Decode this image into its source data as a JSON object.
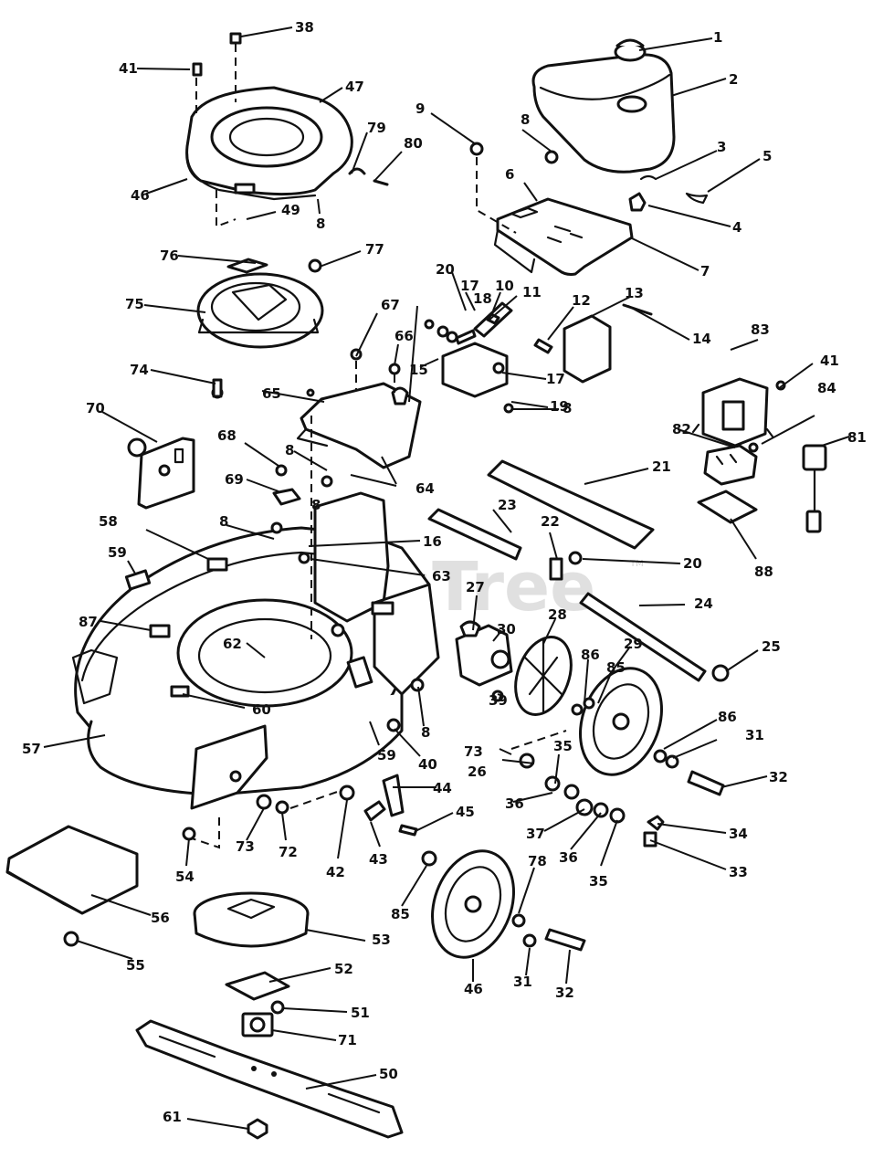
{
  "watermark": {
    "text": "PartsTree",
    "tm": "TM"
  },
  "callouts": {
    "c1": "1",
    "c2": "2",
    "c3": "3",
    "c4": "4",
    "c5": "5",
    "c6": "6",
    "c7": "7",
    "c8a": "8",
    "c8b": "8",
    "c8c": "8",
    "c8d": "8",
    "c8e": "8",
    "c8f": "8",
    "c8g": "8",
    "c9": "9",
    "c10": "10",
    "c11": "11",
    "c12": "12",
    "c13": "13",
    "c14": "14",
    "c15": "15",
    "c16": "16",
    "c17a": "17",
    "c17b": "17",
    "c18": "18",
    "c19": "19",
    "c20a": "20",
    "c20b": "20",
    "c21": "21",
    "c22": "22",
    "c23": "23",
    "c24": "24",
    "c25": "25",
    "c26": "26",
    "c27": "27",
    "c28": "28",
    "c29": "29",
    "c30": "30",
    "c31a": "31",
    "c31b": "31",
    "c32a": "32",
    "c32b": "32",
    "c33": "33",
    "c34": "34",
    "c35a": "35",
    "c35b": "35",
    "c36a": "36",
    "c36b": "36",
    "c37": "37",
    "c38": "38",
    "c39": "39",
    "c40": "40",
    "c41a": "41",
    "c41b": "41",
    "c42": "42",
    "c43": "43",
    "c44": "44",
    "c45": "45",
    "c46a": "46",
    "c46b": "46",
    "c47": "47",
    "c49": "49",
    "c50": "50",
    "c51": "51",
    "c52": "52",
    "c53": "53",
    "c54": "54",
    "c55": "55",
    "c56": "56",
    "c57": "57",
    "c58": "58",
    "c59a": "59",
    "c59b": "59",
    "c60": "60",
    "c61": "61",
    "c62": "62",
    "c63": "63",
    "c64": "64",
    "c65": "65",
    "c66": "66",
    "c67": "67",
    "c68": "68",
    "c69": "69",
    "c70": "70",
    "c71": "71",
    "c72": "72",
    "c73a": "73",
    "c73b": "73",
    "c74": "74",
    "c75": "75",
    "c76": "76",
    "c77": "77",
    "c78": "78",
    "c79": "79",
    "c80": "80",
    "c81": "81",
    "c82": "82",
    "c83": "83",
    "c84": "84",
    "c85a": "85",
    "c85b": "85",
    "c86a": "86",
    "c86b": "86",
    "c87": "87",
    "c88": "88"
  }
}
